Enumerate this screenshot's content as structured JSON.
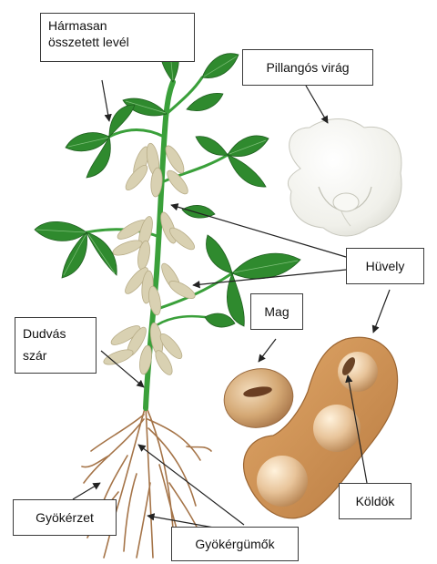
{
  "labels": {
    "leaf_line1": "Hármasan",
    "leaf_line2": "összetett levél",
    "flower": "Pillangós virág",
    "pod": "Hüvely",
    "seed": "Mag",
    "stem_line1": "Dudvás",
    "stem_line2": "szár",
    "roots": "Gyökérzet",
    "hilum": "Köldök",
    "nodules": "Gyökérgümők"
  },
  "colors": {
    "leaf": "#2f8a2e",
    "stem": "#3aa03a",
    "pod": "#d8d0b0",
    "root": "#a07048",
    "seed": "#c79a6a",
    "flower": "#f2f2ec"
  }
}
